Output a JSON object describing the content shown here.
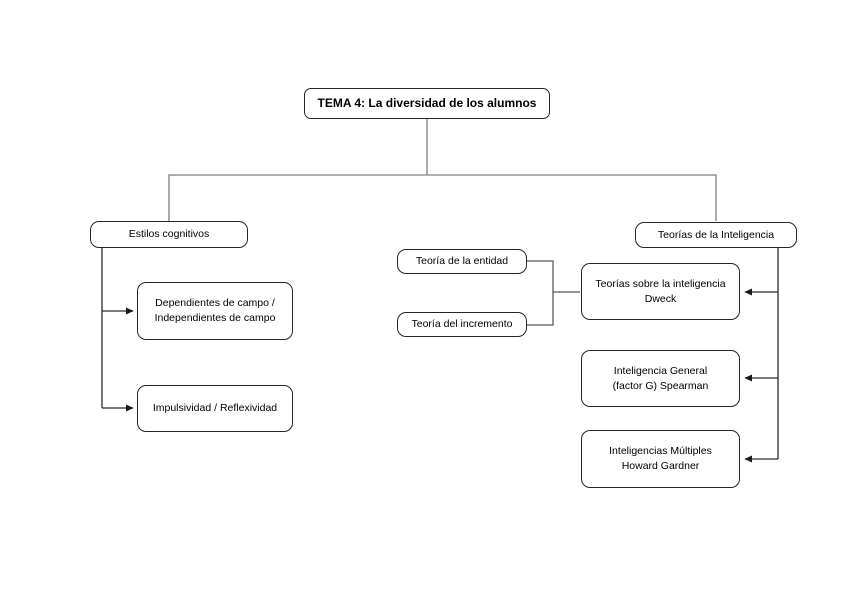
{
  "page": {
    "background": "#ffffff"
  },
  "colors": {
    "box_border": "#262626",
    "box_fill": "#ffffff",
    "text": "#000000",
    "tree_line": "#7f7f7f",
    "middle_line": "#595959",
    "arrow_line": "#2b2b2b",
    "arrow_head": "#1a1a1a"
  },
  "nodes": {
    "tema": {
      "label": "TEMA 4: La diversidad de los alumnos"
    },
    "estilos": {
      "label": "Estilos cognitivos"
    },
    "dependientes": {
      "line1": "Dependientes de campo /",
      "line2": "Independientes de campo"
    },
    "impulsividad": {
      "label": "Impulsividad / Reflexividad"
    },
    "entidad": {
      "label": "Teoría de la entidad"
    },
    "incremento": {
      "label": "Teoría del incremento"
    },
    "teorias": {
      "label": "Teorías de la Inteligencia"
    },
    "dweck": {
      "line1": "Teorías sobre la inteligencia",
      "line2": "Dweck"
    },
    "spearman": {
      "line1": "Inteligencia General",
      "line2": "(factor G) Spearman"
    },
    "gardner": {
      "line1": "Inteligencias Múltiples",
      "line2": "Howard Gardner"
    }
  }
}
